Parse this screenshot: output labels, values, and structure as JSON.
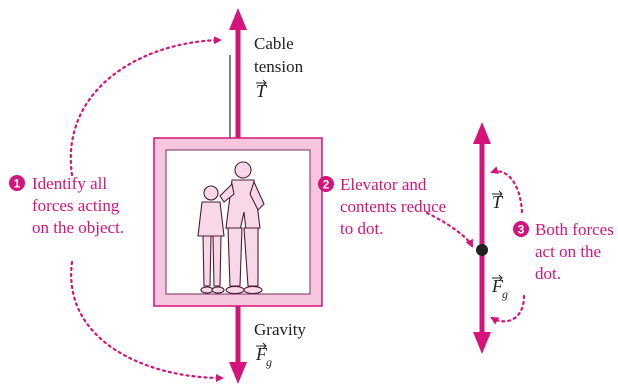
{
  "colors": {
    "accent": "#d4147a",
    "elevator_fill": "#f6c6de",
    "elevator_border": "#d4147a",
    "text": "#222222"
  },
  "steps": [
    {
      "number": "1",
      "lines": [
        "Identify all",
        "forces acting",
        "on the object."
      ]
    },
    {
      "number": "2",
      "lines": [
        "Elevator and",
        "contents reduce",
        "to dot."
      ]
    },
    {
      "number": "3",
      "lines": [
        "Both forces",
        "act on the",
        "dot."
      ]
    }
  ],
  "forces": {
    "tension": {
      "label_lines": [
        "Cable",
        "tension"
      ],
      "symbol": "T"
    },
    "gravity": {
      "label": "Gravity",
      "symbol": "F",
      "subscript": "g"
    }
  },
  "icons": {
    "step_badge": "numbered-circle",
    "people": "man-and-girl-illustration"
  }
}
